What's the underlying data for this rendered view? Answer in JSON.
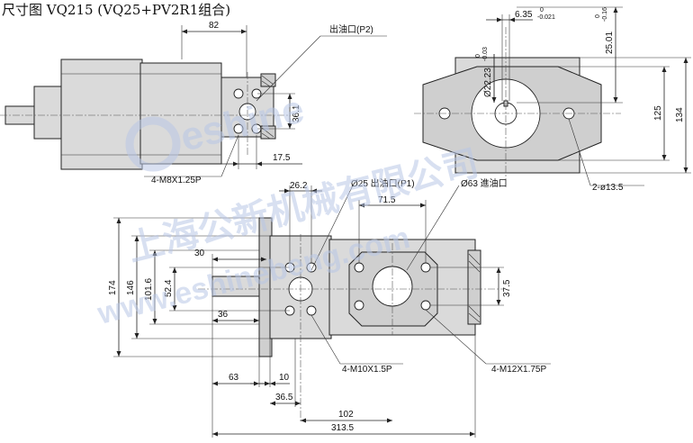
{
  "title": "尺寸图 VQ215 (VQ25+PV2R1组合)",
  "watermark": {
    "brand": "eshine",
    "company": "上海公新机械有限公司",
    "url": "www.eshinebeng.com",
    "color": "#b9c7e6"
  },
  "labels": {
    "outlet_p2": "出油口(P2)",
    "bolt_m8": "4-M8X1.25P",
    "outlet_p1": "Ø25 出油口(P1)",
    "inlet": "Ø63 進油口",
    "bolt_m10": "4-M10X1.5P",
    "bolt_m12": "4-M12X1.75P",
    "holes_2": "2-ø13.5"
  },
  "dims": {
    "d82": "82",
    "d36_1": "36.1",
    "d17_5": "17.5",
    "d6_35": "6.35",
    "tol_6_35_upper": "0",
    "tol_6_35_lower": "-0.021",
    "d25_01": "25.01",
    "tol_25_01_upper": "0",
    "tol_25_01_lower": "-0.16",
    "d22_23": "Ø22.23",
    "tol_22_23_upper": "0",
    "tol_22_23_lower": "-0.03",
    "d125": "125",
    "d134": "134",
    "d26_2": "26.2",
    "d71_5": "71.5",
    "d174": "174",
    "d146": "146",
    "d101_6": "101.6",
    "d52_4": "52.4",
    "d30": "30",
    "d36": "36",
    "d37_5": "37.5",
    "d63": "63",
    "d10": "10",
    "d36_5": "36.5",
    "d102": "102",
    "d313_5": "313.5"
  }
}
